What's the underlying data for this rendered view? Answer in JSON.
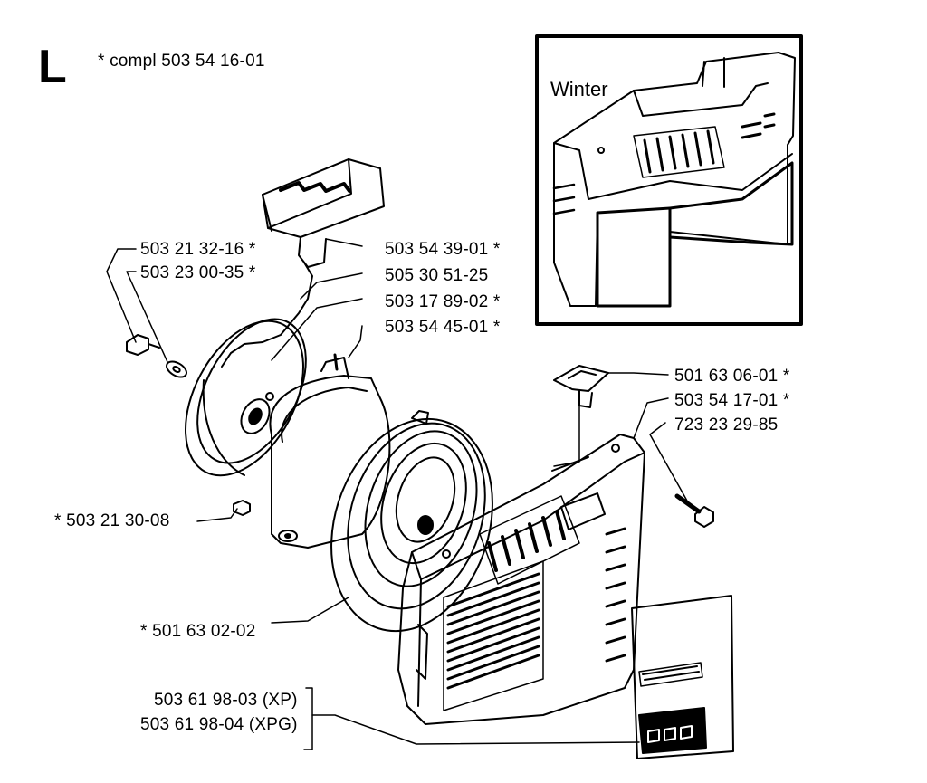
{
  "section": {
    "letter": "L"
  },
  "kit_note": "* compl 503 54 16-01",
  "inset": {
    "title": "Winter"
  },
  "labels": {
    "p1": "503 21 32-16 *",
    "p2": "503 23 00-35 *",
    "p3": "503 54 39-01 *",
    "p4": "505 30 51-25",
    "p5": "503 17 89-02 *",
    "p6": "503 54 45-01 *",
    "p7": "501 63 06-01 *",
    "p8": "503 54 17-01 *",
    "p9": "723 23 29-85",
    "p10": "* 503 21 30-08",
    "p11": "* 501 63 02-02",
    "p12": "503 61 98-03 (XP)",
    "p13": "503 61 98-04 (XPG)"
  }
}
